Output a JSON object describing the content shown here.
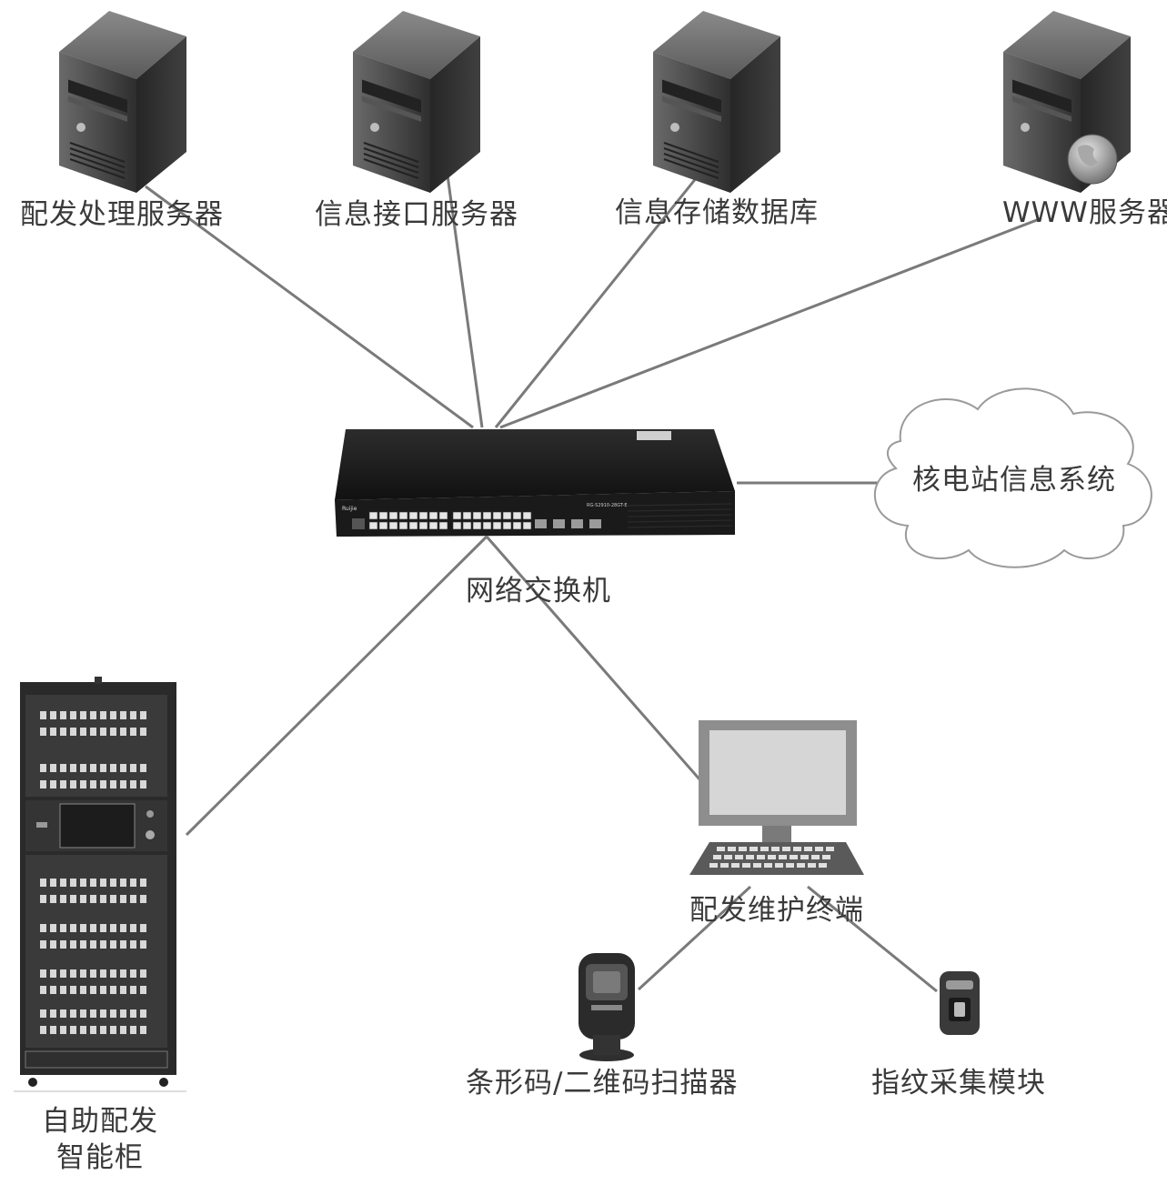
{
  "labels": {
    "server_dispatch": "配发处理服务器",
    "server_interface": "信息接口服务器",
    "server_storage": "信息存储数据库",
    "server_www": "WWW服务器",
    "switch": "网络交换机",
    "cloud": "核电站信息系统",
    "terminal": "配发维护终端",
    "cabinet_line1": "自助配发",
    "cabinet_line2": "智能柜",
    "scanner": "条形码/二维码扫描器",
    "fingerprint": "指纹采集模块"
  },
  "switch_brand": "Ruijie",
  "switch_model": "RG-S2910-28GT-E",
  "colors": {
    "line": "#7a7a7a",
    "server_body": "#3e3e3e",
    "text": "#3a3a3a"
  }
}
